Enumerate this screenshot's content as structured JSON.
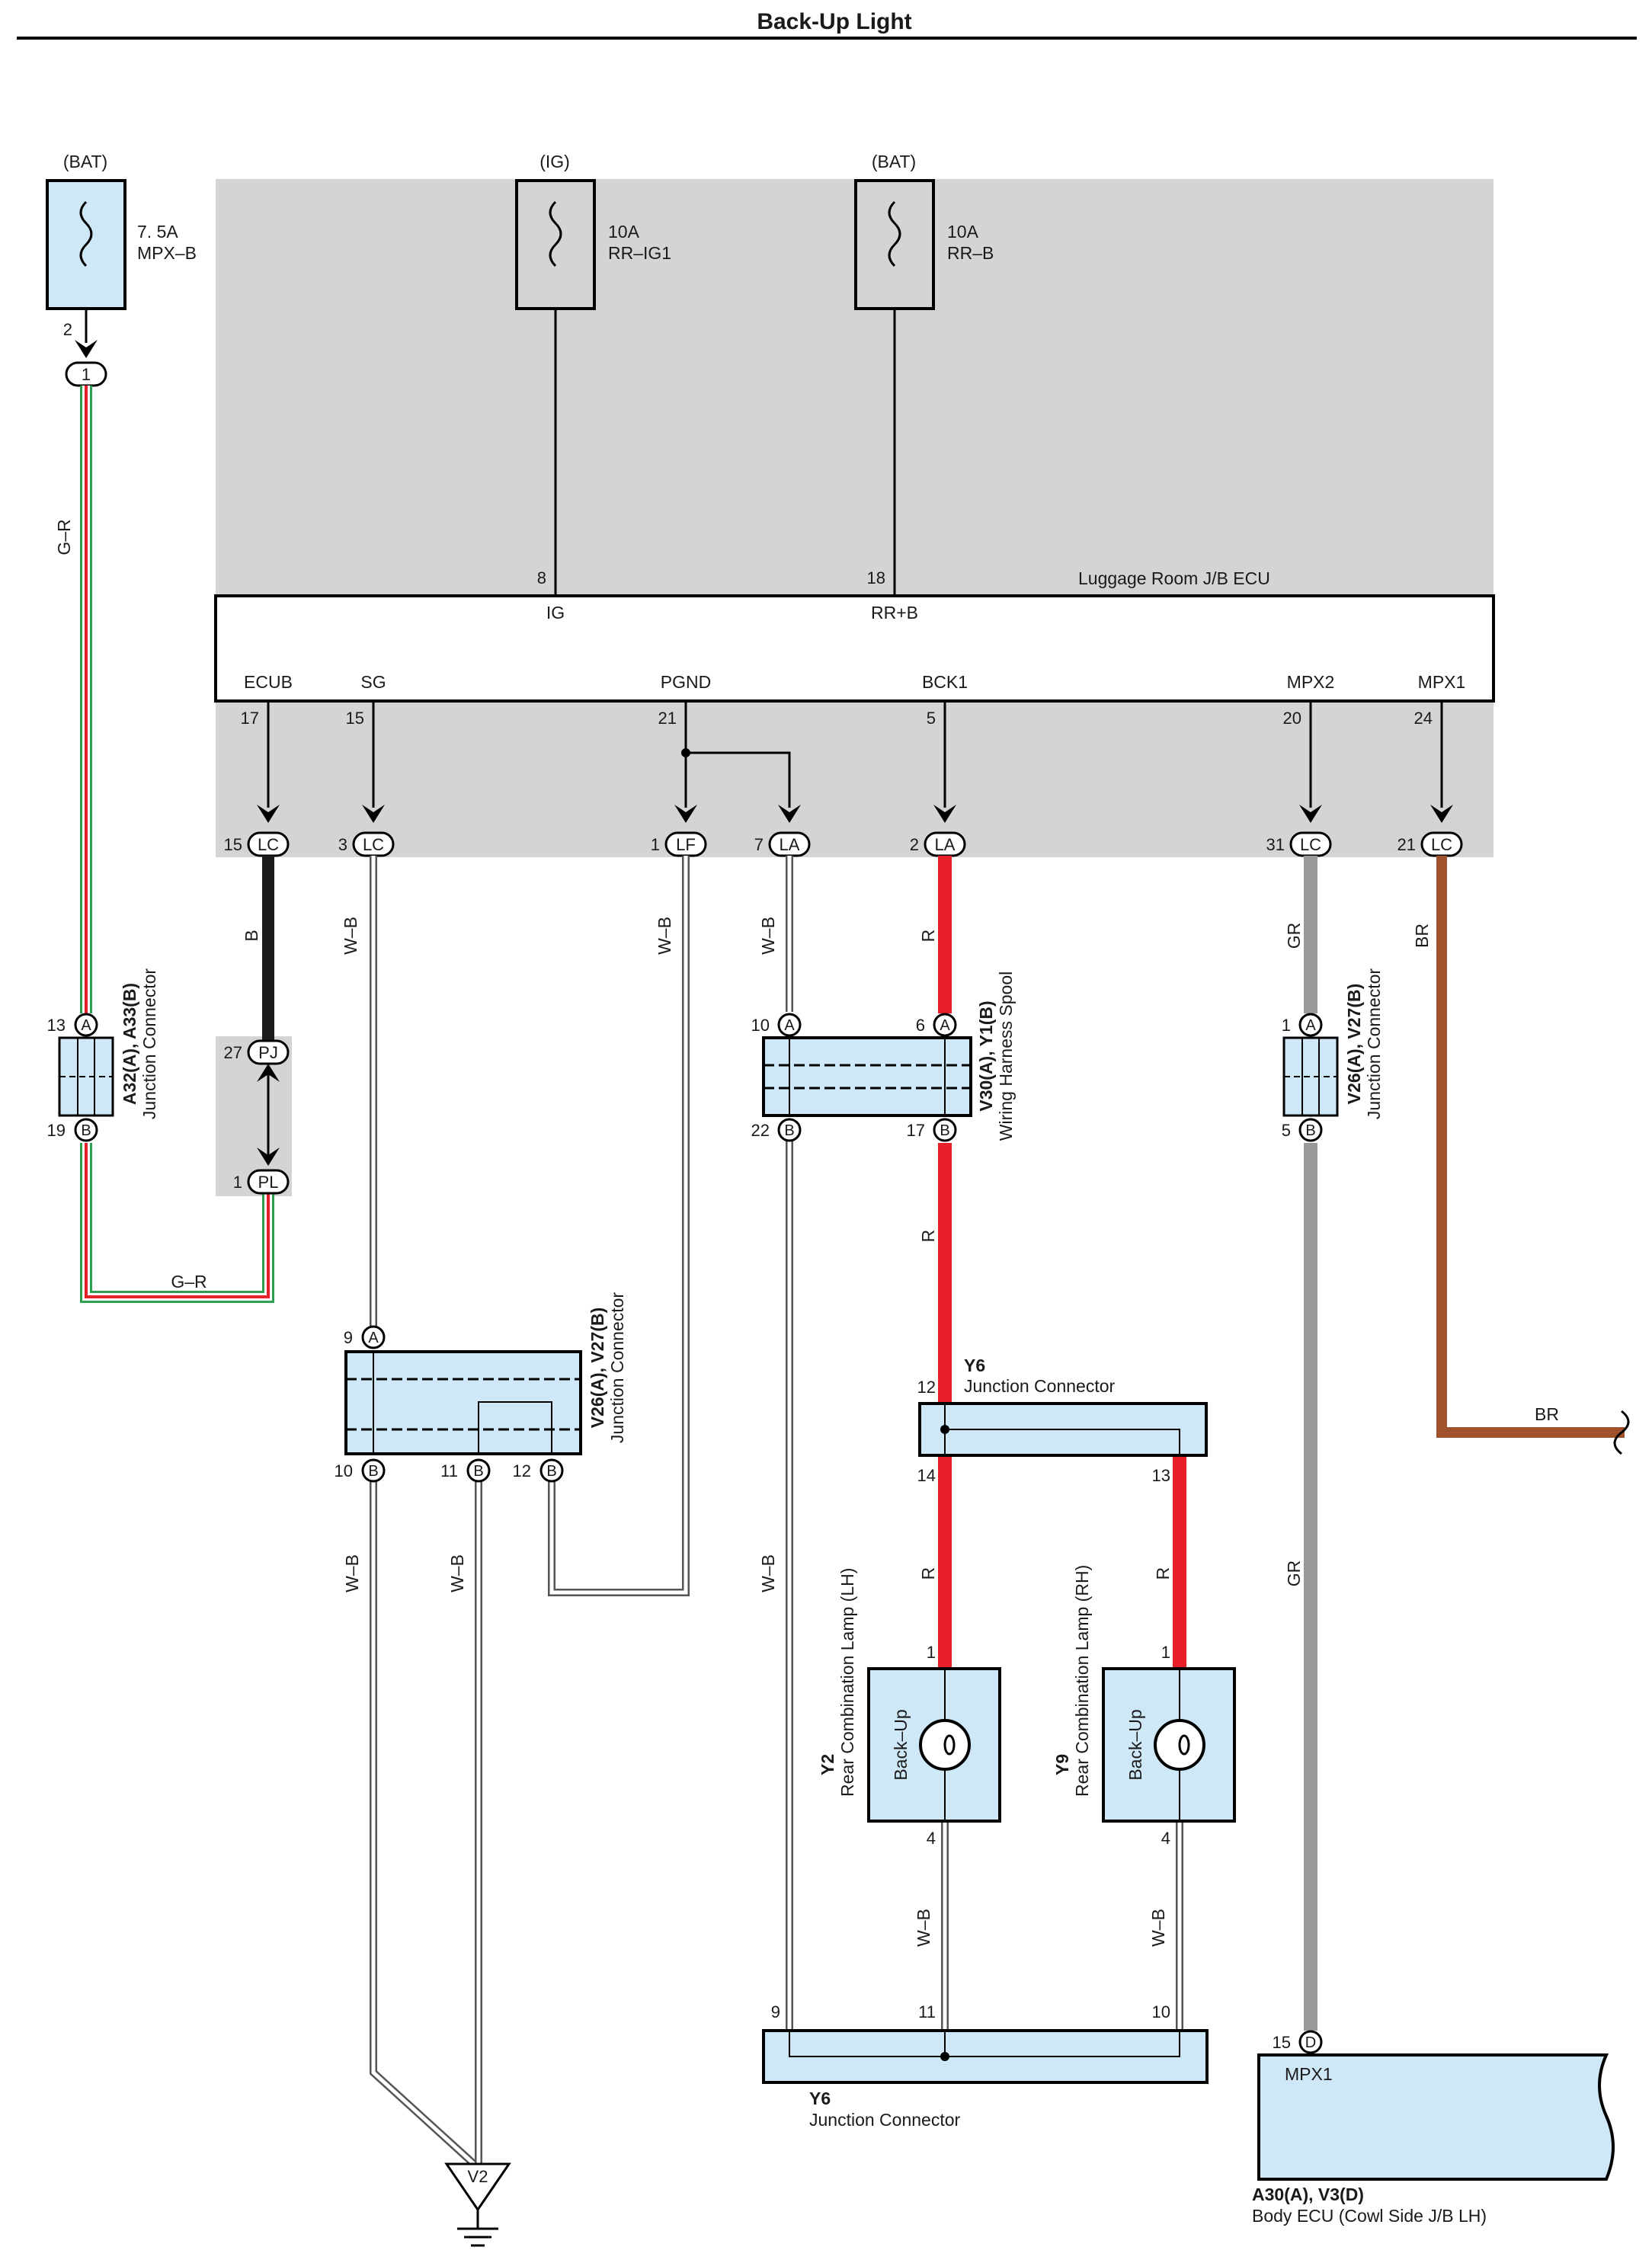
{
  "title": "Back-Up Light",
  "fuses": [
    {
      "source": "(BAT)",
      "rating": "7. 5A",
      "name": "MPX–B"
    },
    {
      "source": "(IG)",
      "rating": "10A",
      "name": "RR–IG1"
    },
    {
      "source": "(BAT)",
      "rating": "10A",
      "name": "RR–B"
    }
  ],
  "ecu": {
    "name": "Luggage Room J/B ECU",
    "top_terminals": [
      {
        "num": "8",
        "label": "IG"
      },
      {
        "num": "18",
        "label": "RR+B"
      }
    ],
    "bottom_terminals": [
      {
        "num": "17",
        "label": "ECUB"
      },
      {
        "num": "15",
        "label": "SG"
      },
      {
        "num": "21",
        "label": "PGND"
      },
      {
        "num": "5",
        "label": "BCK1"
      },
      {
        "num": "20",
        "label": "MPX2"
      },
      {
        "num": "24",
        "label": "MPX1"
      }
    ]
  },
  "connectors": [
    {
      "pin": "15",
      "code": "LC"
    },
    {
      "pin": "3",
      "code": "LC"
    },
    {
      "pin": "1",
      "code": "LF"
    },
    {
      "pin": "7",
      "code": "LA"
    },
    {
      "pin": "2",
      "code": "LA"
    },
    {
      "pin": "31",
      "code": "LC"
    },
    {
      "pin": "21",
      "code": "LC"
    },
    {
      "pin": "27",
      "code": "PJ"
    },
    {
      "pin": "1",
      "code": "PL"
    }
  ],
  "fuse1_out": {
    "pin": "2",
    "conn": "1"
  },
  "wires": {
    "g_r": "G–R",
    "b": "B",
    "w_b": "W–B",
    "r": "R",
    "gr": "GR",
    "br": "BR"
  },
  "jc_a32": {
    "pin_a": "13",
    "pin_b": "19",
    "line1": "A32(A), A33(B)",
    "line2": "Junction Connector"
  },
  "jc_v26_left": {
    "pin_a": "9",
    "pins_b": [
      "10",
      "11",
      "12"
    ],
    "line1": "V26(A), V27(B)",
    "line2": "Junction Connector"
  },
  "jc_v30": {
    "pin_a1": "10",
    "pin_a2": "6",
    "pin_b1": "22",
    "pin_b2": "17",
    "line1": "V30(A), Y1(B)",
    "line2": "Wiring Harness Spool"
  },
  "jc_v26_right": {
    "pin_a": "1",
    "pin_b": "5",
    "line1": "V26(A), V27(B)",
    "line2": "Junction Connector"
  },
  "y6_top": {
    "id": "Y6",
    "name": "Junction Connector",
    "pin_in": "12",
    "pin_out1": "14",
    "pin_out2": "13"
  },
  "y6_bottom": {
    "id": "Y6",
    "name": "Junction Connector",
    "pins": [
      "9",
      "11",
      "10"
    ]
  },
  "lamp_lh": {
    "id": "Y2",
    "name": "Rear Combination Lamp (LH)",
    "bulb": "Back–Up",
    "pin_in": "1",
    "pin_out": "4"
  },
  "lamp_rh": {
    "id": "Y9",
    "name": "Rear Combination Lamp (RH)",
    "bulb": "Back–Up",
    "pin_in": "1",
    "pin_out": "4"
  },
  "body_ecu": {
    "pin": "15",
    "conn": "D",
    "terminal": "MPX1",
    "line1": "A30(A), V3(D)",
    "line2": "Body ECU (Cowl Side J/B LH)"
  },
  "ground": "V2",
  "pin_letters": {
    "a": "A",
    "b": "B"
  },
  "colors": {
    "red": "#e8202a",
    "gray": "#999999",
    "brown": "#a0522d",
    "green": "#2e9e50",
    "light_blue": "#cfe8f7",
    "panel": "#d3d4d6"
  }
}
